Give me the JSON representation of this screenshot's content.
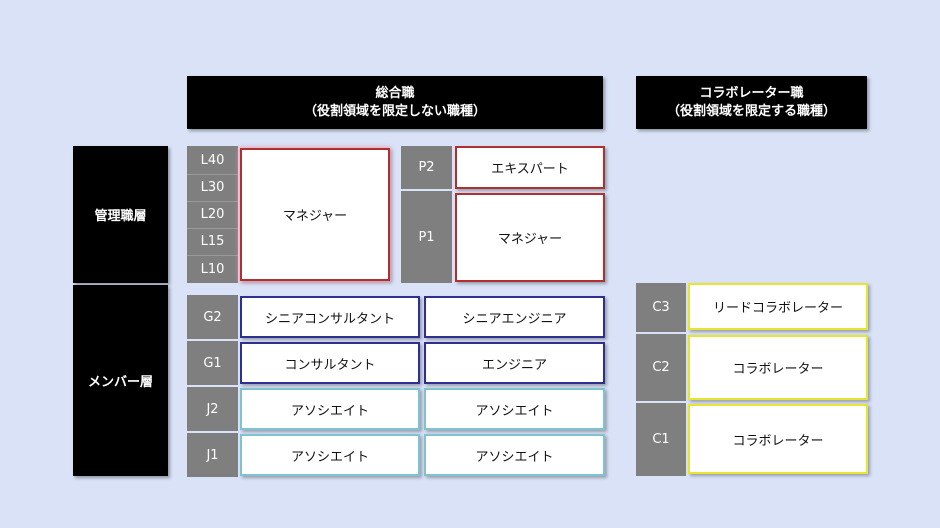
{
  "headers": {
    "general": {
      "line1": "総合職",
      "line2": "（役割領域を限定しない職種）"
    },
    "collaborator": {
      "line1": "コラボレーター職",
      "line2": "（役割領域を限定する職種）"
    }
  },
  "tiers": {
    "management": "管理職層",
    "member": "メンバー層"
  },
  "management_levels": [
    "L40",
    "L30",
    "L20",
    "L15",
    "L10"
  ],
  "management_boxes": {
    "manager_l": "マネジャー",
    "p2": "P2",
    "p1": "P1",
    "expert": "エキスパート",
    "manager_p": "マネジャー"
  },
  "member_levels": [
    "G2",
    "G1",
    "J2",
    "J1"
  ],
  "member_rows": [
    {
      "col1": "シニアコンサルタント",
      "col2": "シニアエンジニア"
    },
    {
      "col1": "コンサルタント",
      "col2": "エンジニア"
    },
    {
      "col1": "アソシエイト",
      "col2": "アソシエイト"
    },
    {
      "col1": "アソシエイト",
      "col2": "アソシエイト"
    }
  ],
  "collaborator_levels": [
    "C3",
    "C2",
    "C1"
  ],
  "collaborator_boxes": [
    "リードコラボレーター",
    "コラボレーター",
    "コラボレーター"
  ]
}
